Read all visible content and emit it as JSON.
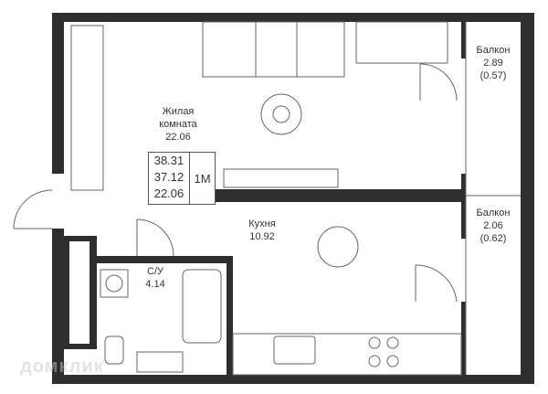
{
  "rooms": {
    "living": {
      "name": "Жилая\nкомната",
      "name_line1": "Жилая",
      "name_line2": "комната",
      "area": "22.06"
    },
    "kitchen": {
      "name": "Кухня",
      "area": "10.92"
    },
    "bathroom": {
      "name": "С/У",
      "area": "4.14"
    },
    "balcony1": {
      "name": "Балкон",
      "area": "2.89",
      "reduced": "(0.57)"
    },
    "balcony2": {
      "name": "Балкон",
      "area": "2.06",
      "reduced": "(0.62)"
    }
  },
  "summary": {
    "total": "38.31",
    "living_total": "37.12",
    "living": "22.06",
    "type": "1М"
  },
  "watermark": "домклик",
  "colors": {
    "wall": "#2e2e2e",
    "line": "#666666"
  }
}
